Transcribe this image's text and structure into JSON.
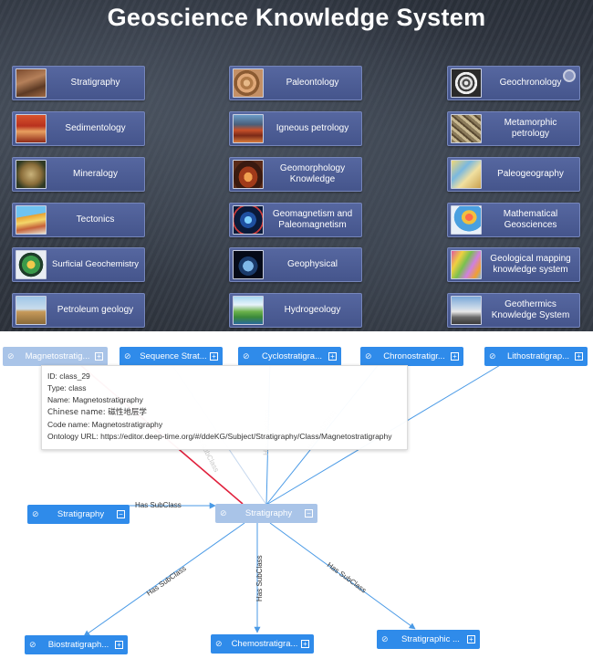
{
  "page_title": "Geoscience Knowledge System",
  "cards": [
    {
      "id": "stratigraphy",
      "label": "Stratigraphy",
      "thumb": "rock-layers"
    },
    {
      "id": "paleontology",
      "label": "Paleontology",
      "thumb": "ammonite-fossil"
    },
    {
      "id": "geochronology",
      "label": "Geochronology",
      "thumb": "clock-rings"
    },
    {
      "id": "sedimentology",
      "label": "Sedimentology",
      "thumb": "red-sediment"
    },
    {
      "id": "igneous-petrology",
      "label": "Igneous petrology",
      "thumb": "volcanic-rock"
    },
    {
      "id": "metamorphic-petrology",
      "label": "Metamorphic petrology",
      "thumb": "folded-rock"
    },
    {
      "id": "mineralogy",
      "label": "Mineralogy",
      "thumb": "mineral-crystal"
    },
    {
      "id": "geomorphology",
      "label": "Geomorphology Knowledge",
      "thumb": "canyon"
    },
    {
      "id": "paleogeography",
      "label": "Paleogeography",
      "thumb": "old-map"
    },
    {
      "id": "tectonics",
      "label": "Tectonics",
      "thumb": "plate-layers"
    },
    {
      "id": "geomagnetism",
      "label": "Geomagnetism and Paleomagnetism",
      "thumb": "magnetic-field"
    },
    {
      "id": "mathematical-geosciences",
      "label": "Mathematical Geosciences",
      "thumb": "data-surface"
    },
    {
      "id": "surficial-geochemistry",
      "label": "Surficial Geochemistry",
      "thumb": "globe-chart"
    },
    {
      "id": "geophysical",
      "label": "Geophysical",
      "thumb": "earth-signal"
    },
    {
      "id": "geological-mapping",
      "label": "Geological mapping knowledge system",
      "thumb": "geologic-map"
    },
    {
      "id": "petroleum-geology",
      "label": "Petroleum geology",
      "thumb": "oil-field"
    },
    {
      "id": "hydrogeology",
      "label": "Hydrogeology",
      "thumb": "water-landscape"
    },
    {
      "id": "geothermics",
      "label": "Geothermics Knowledge System",
      "thumb": "geothermal-plant"
    }
  ],
  "graph": {
    "nodes": [
      {
        "id": "magnetostratigraphy",
        "label": "Magnetostratig...",
        "control": "+"
      },
      {
        "id": "sequence",
        "label": "Sequence Strat...",
        "control": "+"
      },
      {
        "id": "cyclostratigraphy",
        "label": "Cyclostratigra...",
        "control": "+"
      },
      {
        "id": "chronostratigraphy",
        "label": "Chronostratigr...",
        "control": "+"
      },
      {
        "id": "lithostratigraphy",
        "label": "Lithostratigrap...",
        "control": "+"
      },
      {
        "id": "stratigraphy-left",
        "label": "Stratigraphy",
        "control": "−"
      },
      {
        "id": "stratigraphy-center",
        "label": "Stratigraphy",
        "control": "−"
      },
      {
        "id": "biostratigraphy",
        "label": "Biostratigraph...",
        "control": "+"
      },
      {
        "id": "chemostratigraphy",
        "label": "Chemostratigra...",
        "control": "+"
      },
      {
        "id": "stratigraphic",
        "label": "Stratigraphic ...",
        "control": "+"
      }
    ],
    "edge_label": "Has SubClass",
    "tooltip": {
      "id": "ID: class_29",
      "type": "Type: class",
      "name": "Name: Magnetostratigraphy",
      "chinese_name": "Chinese name: 磁性地层学",
      "code_name": "Code name: Magnetostratigraphy",
      "ontology_url": "Ontology URL: https://editor.deep-time.org/#/ddeKG/Subject/Stratigraphy/Class/Magnetostratigraphy"
    }
  },
  "colors": {
    "node": "#2f8bea",
    "node_faded": "#a9c4e8",
    "edge": "#4a9ae6",
    "edge_highlight": "#e0203c",
    "card": "#4a5a92"
  }
}
